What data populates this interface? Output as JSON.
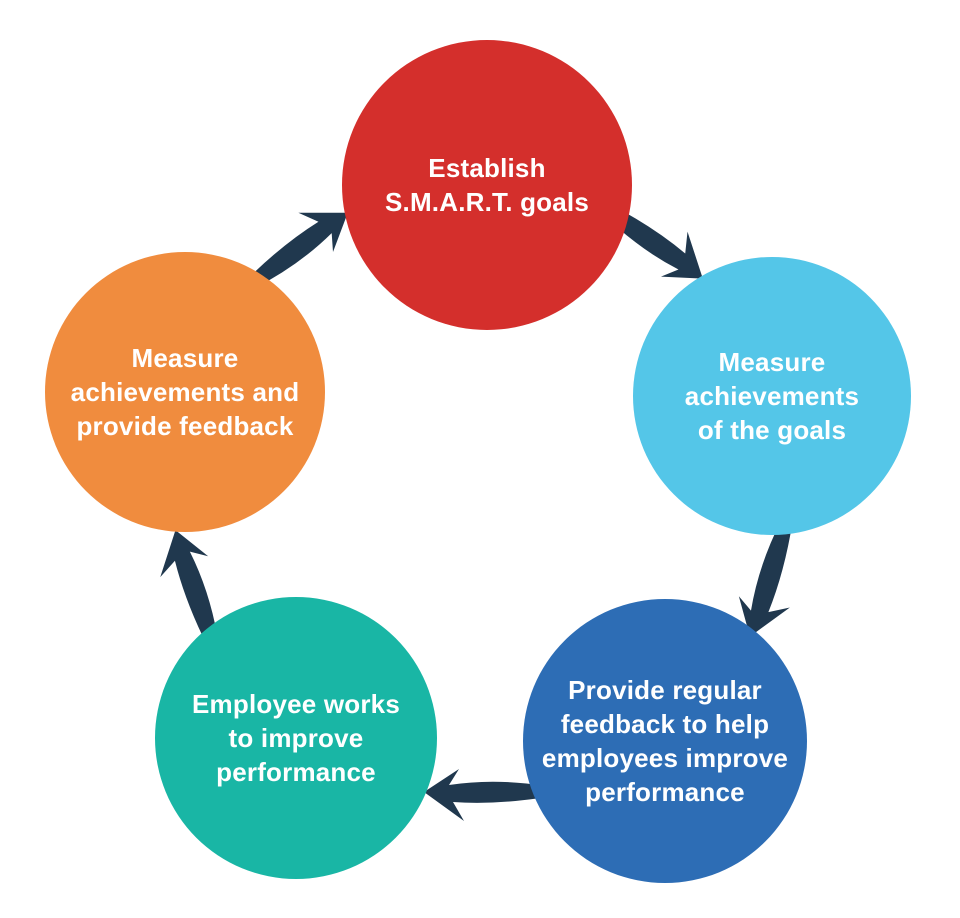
{
  "diagram": {
    "type": "cycle",
    "background": "#ffffff",
    "arrow_color": "#20384e",
    "text_color": "#ffffff",
    "steps": [
      {
        "label": "Establish\nS.M.A.R.T. goals",
        "color": "#d42f2c",
        "position": "top"
      },
      {
        "label": "Measure\nachievements\nof the goals",
        "color": "#54c6e8",
        "position": "right"
      },
      {
        "label": "Provide regular\nfeedback to help\nemployees improve\nperformance",
        "color": "#2d6db5",
        "position": "bottom-right"
      },
      {
        "label": "Employee works\nto improve\nperformance",
        "color": "#19b6a5",
        "position": "bottom-left"
      },
      {
        "label": "Measure\nachievements and\nprovide feedback",
        "color": "#f08c3e",
        "position": "left"
      }
    ],
    "arrows": [
      {
        "from": "Establish S.M.A.R.T. goals",
        "to": "Measure achievements of the goals"
      },
      {
        "from": "Measure achievements of the goals",
        "to": "Provide regular feedback to help employees improve performance"
      },
      {
        "from": "Provide regular feedback to help employees improve performance",
        "to": "Employee works to improve performance"
      },
      {
        "from": "Employee works to improve performance",
        "to": "Measure achievements and provide feedback"
      },
      {
        "from": "Measure achievements and provide feedback",
        "to": "Establish S.M.A.R.T. goals"
      }
    ]
  }
}
